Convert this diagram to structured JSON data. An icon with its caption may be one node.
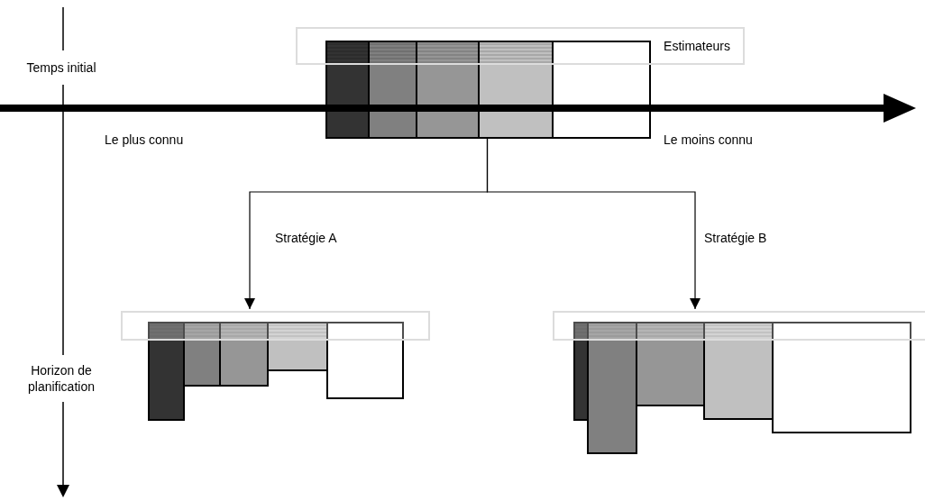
{
  "diagram": {
    "nodes": [
      {
        "text": [
          "Estimateurs"
        ]
      },
      {
        "text": [],
        "shape": "bar"
      },
      {
        "text": [],
        "shape": "bar"
      },
      {
        "text": [],
        "shape": "bar"
      }
    ],
    "edges": [
      {
        "from": 1,
        "to": 2,
        "arrow": "to",
        "label": "Stratégie A"
      },
      {
        "from": 1,
        "to": 3,
        "arrow": "to",
        "label": "Stratégie B"
      }
    ],
    "labels": [
      "Temps initial",
      "Le plus connu",
      "Le moins connu",
      "Horizon de planification"
    ]
  }
}
